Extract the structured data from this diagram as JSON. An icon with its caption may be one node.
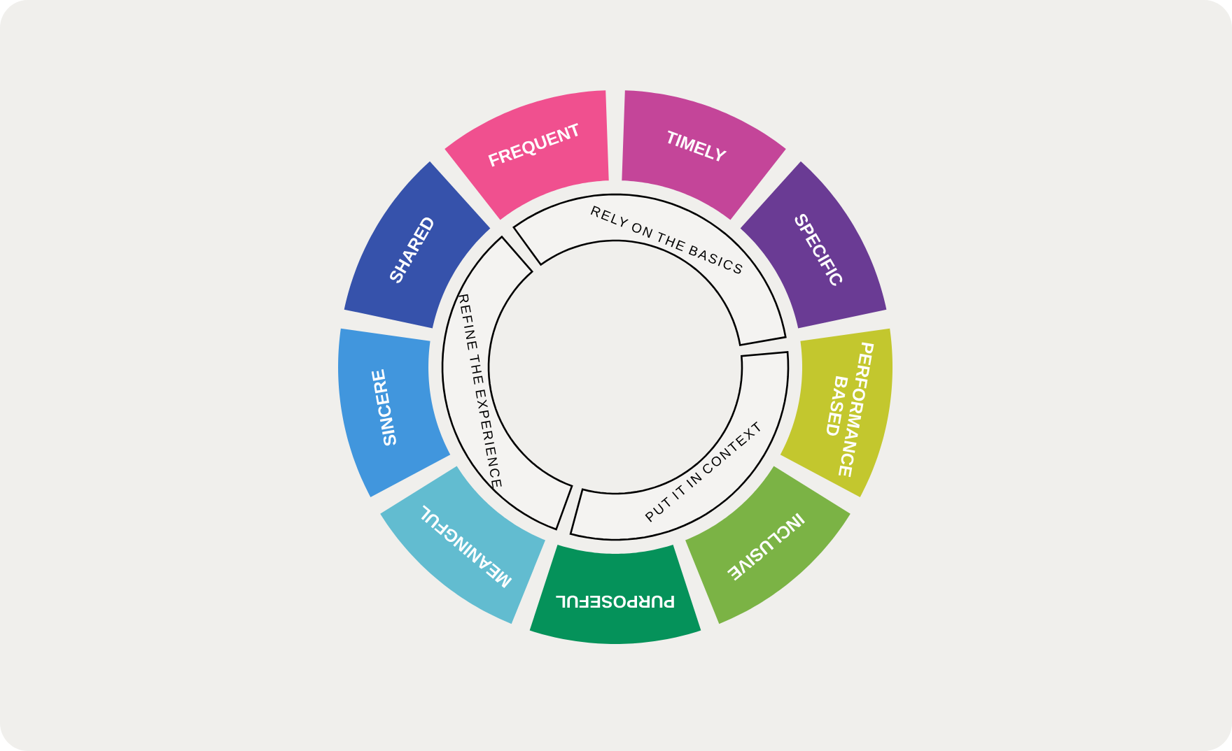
{
  "diagram": {
    "nodes": [
      {
        "text": [
          "FREQUENT"
        ]
      },
      {
        "text": [
          "TIMELY"
        ]
      },
      {
        "text": [
          "SPECIFIC"
        ]
      },
      {
        "text": [
          "PERFORMANCE BASED"
        ]
      },
      {
        "text": [
          "INCLUSIVE"
        ]
      },
      {
        "text": [
          "PURPOSEFUL"
        ]
      },
      {
        "text": [
          "MEANINGFUL"
        ]
      },
      {
        "text": [
          "SINCERE"
        ]
      },
      {
        "text": [
          "SHARED"
        ]
      },
      {
        "text": [
          "RELY ON THE BASICS"
        ]
      },
      {
        "text": [
          "REFINE THE EXPERIENCE"
        ]
      },
      {
        "text": [
          "PUT IT IN CONTEXT"
        ]
      }
    ]
  }
}
